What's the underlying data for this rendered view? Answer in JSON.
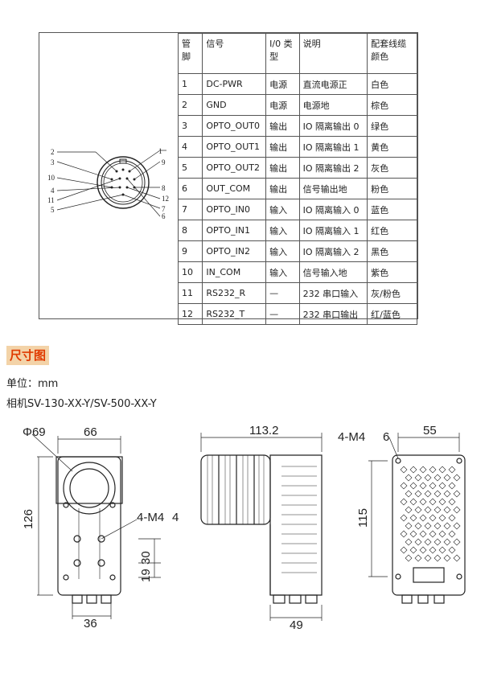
{
  "pin_table": {
    "headers": [
      "管脚",
      "信号",
      "I/0 类型",
      "说明",
      "配套线缆颜色"
    ],
    "rows": [
      [
        "1",
        "DC-PWR",
        "电源",
        "直流电源正",
        "白色"
      ],
      [
        "2",
        "GND",
        "电源",
        "电源地",
        "棕色"
      ],
      [
        "3",
        "OPTO_OUT0",
        "输出",
        "IO 隔离输出 0",
        "绿色"
      ],
      [
        "4",
        "OPTO_OUT1",
        "输出",
        "IO 隔离输出 1",
        "黄色"
      ],
      [
        "5",
        "OPTO_OUT2",
        "输出",
        "IO 隔离输出 2",
        "灰色"
      ],
      [
        "6",
        "OUT_COM",
        "输出",
        "信号输出地",
        "粉色"
      ],
      [
        "7",
        "OPTO_IN0",
        "输入",
        "IO 隔离输入 0",
        "蓝色"
      ],
      [
        "8",
        "OPTO_IN1",
        "输入",
        "IO 隔离输入 1",
        "红色"
      ],
      [
        "9",
        "OPTO_IN2",
        "输入",
        "IO 隔离输入 2",
        "黑色"
      ],
      [
        "10",
        "IN_COM",
        "输入",
        "信号输入地",
        "紫色"
      ],
      [
        "11",
        "RS232_R",
        "—",
        "232 串口输入",
        "灰/粉色"
      ],
      [
        "12",
        "RS232_T",
        "—",
        "232 串口输出",
        "红/蓝色"
      ]
    ]
  },
  "connector": {
    "pin_labels": [
      "1",
      "2",
      "3",
      "4",
      "5",
      "6",
      "7",
      "8",
      "9",
      "10",
      "11",
      "12"
    ]
  },
  "section": {
    "title": "尺寸图",
    "unit": "单位：mm",
    "model": "相机SV-130-XX-Y/SV-500-XX-Y"
  },
  "dimensions": {
    "front_diameter": "Φ69",
    "front_width": "66",
    "front_height": "126",
    "front_screw": "4-M4",
    "front_screw_depth": "4",
    "front_hole_spacing_v": "30",
    "front_hole_offset": "19",
    "front_bottom_width": "36",
    "side_length": "113.2",
    "side_bottom": "49",
    "back_screw": "4-M4",
    "back_screw_depth": "6",
    "back_width": "55",
    "back_height": "115"
  },
  "colors": {
    "title_bg": "#f3d3a8",
    "title_text": "#e03a00"
  }
}
